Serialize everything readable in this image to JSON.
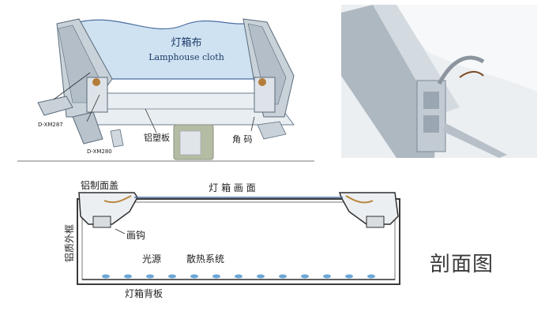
{
  "iso": {
    "cloth_cn": "灯箱布",
    "cloth_en": "Lamphouse cloth",
    "part1": "D-XM287",
    "part2": "D-XM280",
    "plastic_plate": "铝塑板",
    "corner_code": "角 码"
  },
  "section": {
    "cap": "铝制面盖",
    "face": "灯 箱 画 面",
    "hook": "画钩",
    "frame": "铝质外框",
    "light_source": "光源",
    "heat_system": "散热系统",
    "back_panel": "灯箱背板"
  },
  "title": "剖面图",
  "colors": {
    "line": "#4a6ea0",
    "cloth": "#cfe2f2",
    "aluminum": "#c9d2d9",
    "led": "#6aa6d6"
  }
}
